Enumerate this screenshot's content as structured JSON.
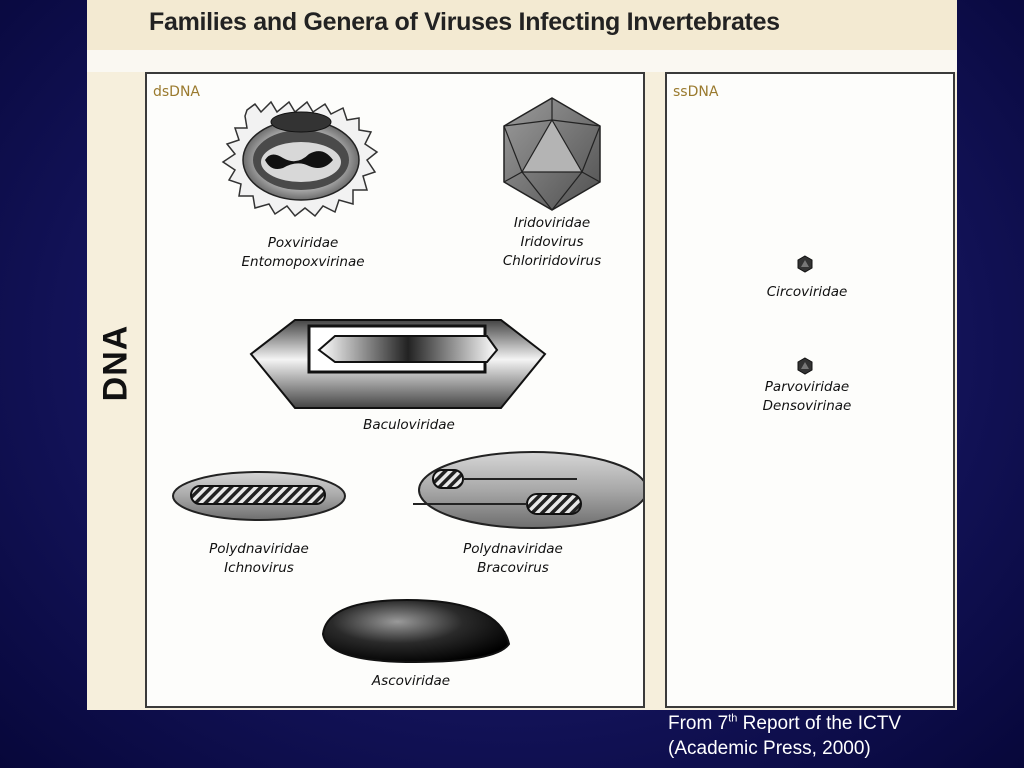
{
  "figure": {
    "title": "Families and Genera of Viruses Infecting Invertebrates",
    "side_label": "DNA",
    "panels": {
      "dsdna": {
        "title": "dsDNA",
        "viruses": [
          {
            "family": "Poxviridae",
            "genus": "Entomopoxvirinae"
          },
          {
            "family": "Iridoviridae",
            "genus": "Iridovirus",
            "genus2": "Chloriridovirus"
          },
          {
            "family": "Baculoviridae"
          },
          {
            "family": "Polydnaviridae",
            "genus": "Ichnovirus"
          },
          {
            "family": "Polydnaviridae",
            "genus": "Bracovirus"
          },
          {
            "family": "Ascoviridae"
          }
        ]
      },
      "ssdna": {
        "title": "ssDNA",
        "viruses": [
          {
            "family": "Circoviridae"
          },
          {
            "family": "Parvoviridae",
            "genus": "Densovirinae"
          }
        ]
      }
    }
  },
  "citation": {
    "line1_prefix": "From 7",
    "line1_sup": "th",
    "line1_suffix": " Report of the ICTV",
    "line2": "(Academic Press, 2000)"
  },
  "colors": {
    "background": "#14145c",
    "figure_bg": "#f6efdc",
    "panel_title": "#9a7a2e"
  }
}
